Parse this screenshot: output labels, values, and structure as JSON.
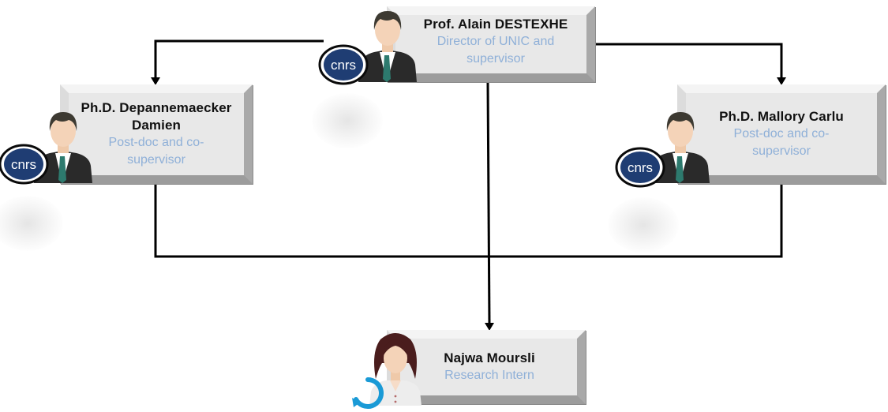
{
  "nodes": {
    "director": {
      "name": "Prof. Alain DESTEXHE",
      "role": "Director of UNIC and supervisor"
    },
    "left_cosupervisor": {
      "name": "Ph.D. Depannemaecker Damien",
      "role": "Post-doc and co-supervisor"
    },
    "right_cosupervisor": {
      "name": "Ph.D. Mallory Carlu",
      "role": "Post-doc and co-supervisor"
    },
    "intern": {
      "name": "Najwa Moursli",
      "role": "Research Intern"
    }
  },
  "logos": {
    "cnrs_text": "cnrs"
  },
  "edges": [
    {
      "from": "director",
      "to": "left_cosupervisor",
      "arrow": true
    },
    {
      "from": "director",
      "to": "right_cosupervisor",
      "arrow": true
    },
    {
      "from": "director",
      "to": "intern",
      "arrow": true
    },
    {
      "from": "left_cosupervisor",
      "to": "intern",
      "arrow": false
    },
    {
      "from": "right_cosupervisor",
      "to": "intern",
      "arrow": false
    }
  ],
  "colors": {
    "role_text": "#8fb0d8",
    "box_fill": "#e8e8e8",
    "cnrs_blue": "#1f3d73",
    "line": "#000000"
  }
}
